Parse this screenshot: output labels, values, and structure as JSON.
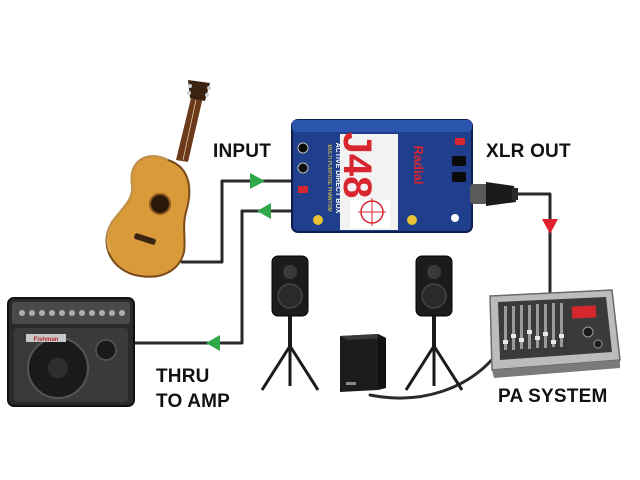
{
  "labels": {
    "input": "INPUT",
    "xlr_out": "XLR OUT",
    "thru": "THRU",
    "to_amp": "TO AMP",
    "pa_system": "PA SYSTEM"
  },
  "di_box": {
    "brand": "Radial",
    "model": "J48",
    "subtitle": "ACTIVE DIRECT BOX",
    "tagline": "MULTI-PURPOSE PHANTOM"
  },
  "amp": {
    "brand": "Fishman"
  },
  "colors": {
    "cable": "#2a2a2a",
    "arrow_green": "#2fa84a",
    "arrow_red": "#e0202c",
    "di_box_blue": "#1f3f8c",
    "di_box_red": "#d8262e",
    "guitar_body": "#d99a3a",
    "speaker_black": "#1c1c1c"
  },
  "icons": [
    "acoustic-guitar-icon",
    "di-box-icon",
    "xlr-connector-icon",
    "acoustic-amp-icon",
    "pa-speaker-icon",
    "subwoofer-icon",
    "powered-mixer-icon"
  ]
}
